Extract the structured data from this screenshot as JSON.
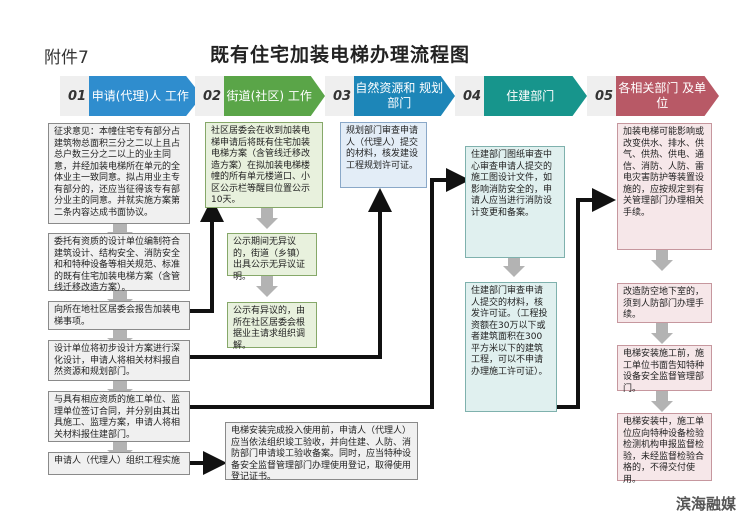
{
  "annex": "附件7",
  "title": "既有住宅加装电梯办理流程图",
  "steps": [
    {
      "num": "01",
      "label": "申请(代理)人 工作",
      "color": "#2f8dce"
    },
    {
      "num": "02",
      "label": "街道(社区) 工作",
      "color": "#5aa548"
    },
    {
      "num": "03",
      "label": "自然资源和 规划部门",
      "color": "#1d86b8"
    },
    {
      "num": "04",
      "label": "住建部门",
      "color": "#17958c"
    },
    {
      "num": "05",
      "label": "各相关部门 及单位",
      "color": "#b85966"
    }
  ],
  "col1": [
    "征求意见：本幢住宅专有部分占建筑物总面积三分之二以上且占总户数三分之二以上的业主同意，并经加装电梯所在单元的全体业主一致同意。拟占用业主专有部分的，还应当征得该专有部分业主的同意。并就实施方案第二条内容达成书面协议。",
    "委托有资质的设计单位编制符合建筑设计、结构安全、消防安全和和特种设备等相关规范、标准的既有住宅加装电梯方案（含管线迁移改造方案）。",
    "向所在地社区居委会报告加装电梯事项。",
    "设计单位将初步设计方案进行深化设计，申请人将相关材料报自然资源和规划部门。",
    "与具有相应资质的施工单位、监理单位签订合同，并分别由其出具施工、监理方案，申请人将相关材料报住建部门。",
    "申请人（代理人）组织工程实施"
  ],
  "col2": [
    "社区居委会在收到加装电梯申请后将既有住宅加装电梯方案（含管线迁移改造方案）在拟加装电梯楼幢的所有单元楼道口、小区公示栏等醒目位置公示10天。",
    "公示期间无异议的，街道（乡镇）出具公示无异议证明。",
    "公示有异议的，由所在社区居委会根据业主请求组织调解。"
  ],
  "col3": [
    "规划部门审查申请人（代理人）提交的材料，核发建设工程规划许可证。"
  ],
  "col4": [
    "住建部门图纸审查中心审查申请人提交的施工图设计文件，如影响消防安全的，申请人应当进行消防设计变更和备案。",
    "住建部门审查申请人提交的材料，核发许可证。（工程投资额在30万以下或者建筑面积在300平方米以下的建筑工程，可以不申请办理施工许可证）。"
  ],
  "col5": [
    "加装电梯可能影响或改变供水、排水、供气、供热、供电、通信、消防、人防、雷电灾害防护等装置设施的，应按规定到有关管理部门办理相关手续。",
    "改造防空地下室的，须到人防部门办理手续。",
    "电梯安装施工前，施工单位书面告知特种设备安全监督管理部门。",
    "电梯安装中，施工单位应向特种设备检验检测机构申报监督检验，未经监督检验合格的，不得交付使用。"
  ],
  "completion": "电梯安装完成投入使用前，申请人（代理人）应当依法组织竣工验收，并向住建、人防、消防部门申请竣工验收备案。同时，应当特种设备安全监督管理部门办理使用登记，取得使用登记证书。",
  "watermark": "滨海融媒",
  "colors": {
    "arrow": "#111111",
    "down": "#b3b3b3"
  }
}
